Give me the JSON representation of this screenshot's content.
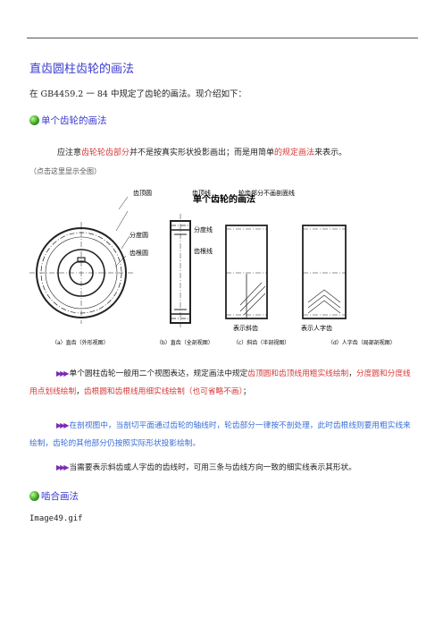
{
  "header": {
    "title": "直齿圆柱齿轮的画法"
  },
  "intro": "在 GB4459.2 一 84 中规定了齿轮的画法。现介绍如下：",
  "section1": {
    "heading": "单个齿轮的画法",
    "para_a": "应注意",
    "para_b": "齿轮轮齿部分",
    "para_c": "并不是按真实形状投影画出；而是用简单",
    "para_d": "的规定画法",
    "para_e": "来表示。",
    "click_note": "（点击这里显示全图）"
  },
  "figure": {
    "title": "单个齿轮的画法",
    "labels": {
      "addendum_circle": "齿顶圆",
      "pitch_circle": "分度圆",
      "root_circle": "齿根圆",
      "addendum_line": "齿顶线",
      "pitch_line": "分度线",
      "root_line": "齿根线",
      "teeth_uncut": "轮齿部分不画剖面线",
      "helical_mark": "表示斜齿",
      "herringbone_mark": "表示人字齿"
    },
    "captions": {
      "a": "（a）直齿（外形视图）",
      "b": "（b）直齿（全剖视图）",
      "c": "（c）斜齿（半剖视图）",
      "d": "（d）人字齿（局部剖视图）"
    }
  },
  "bullets": [
    {
      "parts": [
        {
          "t": "单个圆柱齿轮一般用二个视图表达，规定画法中规定",
          "c": ""
        },
        {
          "t": "齿顶圆和齿顶线用粗实线绘制",
          "c": "red"
        },
        {
          "t": "，",
          "c": ""
        },
        {
          "t": "分度圆和分度线用点划线绘制",
          "c": "red"
        },
        {
          "t": "，",
          "c": ""
        },
        {
          "t": "齿根圆和齿根线用细实线绘制（也可省略不画）",
          "c": "red"
        },
        {
          "t": "；",
          "c": ""
        }
      ]
    },
    {
      "parts": [
        {
          "t": "在剖视图中，当剖切平面通过齿轮的轴线时，轮齿部分一律按不剖处理，此时齿根线则要用粗实线来绘制，齿轮的其他部分仍按照实际形状投影绘制。",
          "c": "blue"
        }
      ]
    },
    {
      "parts": [
        {
          "t": "当需要表示斜齿或人字齿的齿线时，可用三条与齿线方向一致的细实线表示其形状。",
          "c": ""
        }
      ]
    }
  ],
  "section2": {
    "heading": "啮合画法"
  },
  "image_name": "Image49.gif"
}
